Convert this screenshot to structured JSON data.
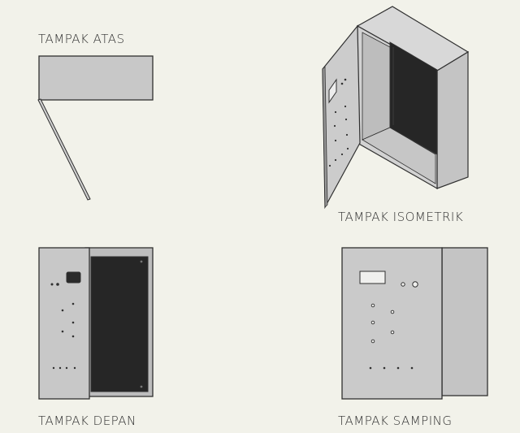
{
  "views": {
    "top": {
      "label": "TAMPAK ATAS"
    },
    "isometric": {
      "label": "TAMPAK ISOMETRIK"
    },
    "front": {
      "label": "TAMPAK DEPAN"
    },
    "side": {
      "label": "TAMPAK SAMPING"
    }
  },
  "colors": {
    "background": "#f2f2ea",
    "panel_fill": "#c8c8c8",
    "panel_light": "#d8d8d8",
    "interior_dark": "#262626",
    "outline": "#303030"
  }
}
